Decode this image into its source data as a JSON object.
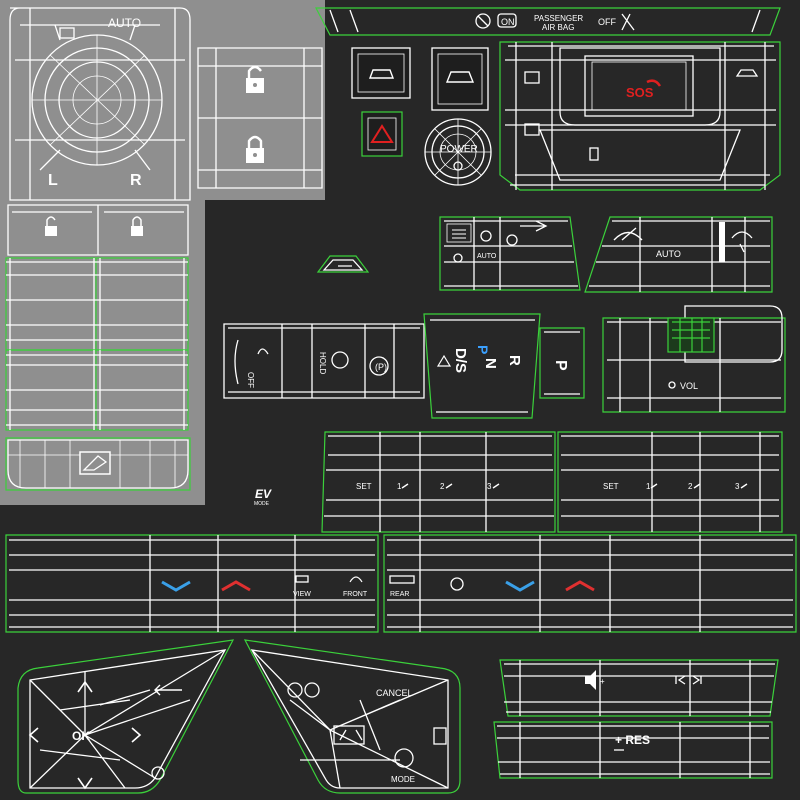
{
  "labels": {
    "mirror_auto": "AUTO",
    "mirror_left": "L",
    "mirror_right": "R",
    "passenger_airbag_line1": "PASSENGER",
    "passenger_airbag_line2": "AIR BAG",
    "airbag_on": "ON",
    "airbag_off": "OFF",
    "sos": "SOS",
    "power": "POWER",
    "auto_light": "AUTO",
    "wiper_auto": "AUTO",
    "off_label": "OFF",
    "hold": "HOLD",
    "gear_p_blue": "P",
    "gear_r": "R",
    "gear_n": "N",
    "gear_ds": "D/S",
    "gear_p": "P",
    "vol": "VOL",
    "ev_mode_big": "EV",
    "ev_mode_small": "MODE",
    "set_left": "SET",
    "set_right": "SET",
    "n1": "1",
    "n2": "2",
    "n3": "3",
    "view": "VIEW",
    "front": "FRONT",
    "rear": "REAR",
    "ok": "OK",
    "cancel": "CANCEL",
    "mode": "MODE",
    "res": "+ RES"
  },
  "colors": {
    "background": "#272727",
    "panel_grey": "#8f8f8f",
    "wire_green": "#3bd13b",
    "wire_white": "#ffffff",
    "sos_red": "#e02020",
    "gear_blue": "#3aa0ff",
    "arrow_blue": "#3aa0e8",
    "arrow_red": "#e03030"
  },
  "icons": [
    "lock-icon",
    "unlock-icon",
    "car-icon",
    "hazard-icon",
    "mirror-icon",
    "wiper-icon",
    "headlight-icon",
    "parking-brake-icon",
    "camera-icon",
    "steering-icon",
    "speaker-icon",
    "skip-icon",
    "window-icon",
    "seat-icon"
  ]
}
